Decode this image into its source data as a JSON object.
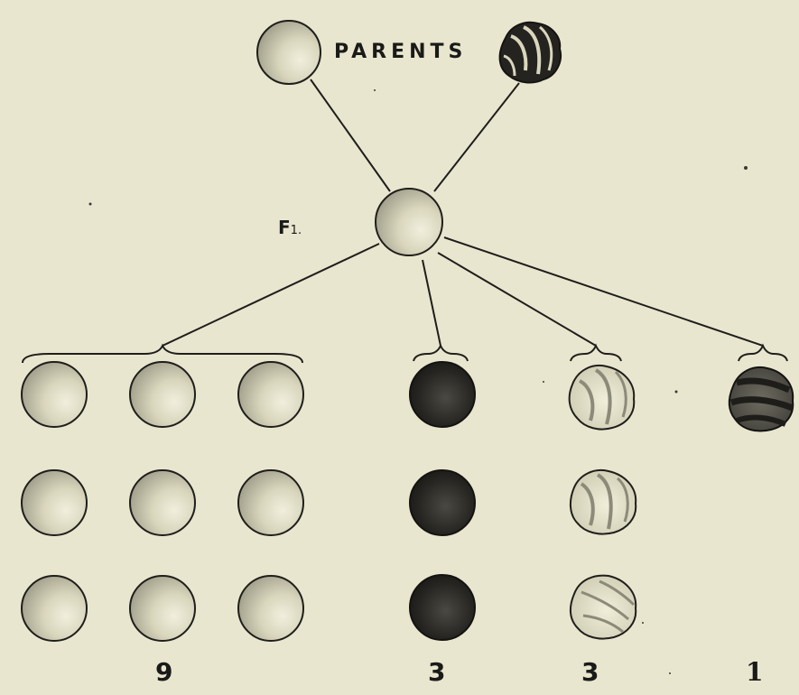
{
  "parents_label": "PARENTS",
  "f1_label": "F",
  "f1_sub": "1.",
  "counts": [
    "9",
    "3",
    "3",
    "1"
  ],
  "colors": {
    "background": "#e9e6cf",
    "smooth_light": "#d9d6bd",
    "smooth_shade": "#9c9a86",
    "dark": "#1e1d1a",
    "stripe": "#8c8a78",
    "stripe_dark": "#1e1d1a"
  }
}
